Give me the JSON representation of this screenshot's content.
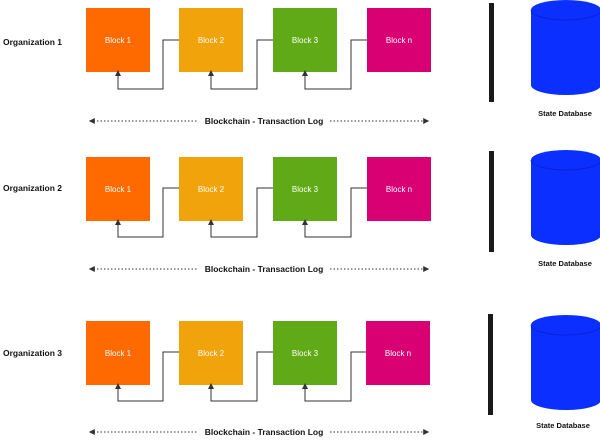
{
  "colors": {
    "block1": "#ff6a00",
    "block2": "#f0a30a",
    "block3": "#60a917",
    "blockn": "#d80073",
    "database": "#0a2fff",
    "separator": "#1a1a1a",
    "text": "#111111"
  },
  "organizations": [
    {
      "name": "Organization 1",
      "blocks": [
        {
          "label": "Block 1",
          "color_key": "block1"
        },
        {
          "label": "Block 2",
          "color_key": "block2"
        },
        {
          "label": "Block 3",
          "color_key": "block3"
        },
        {
          "label": "Block n",
          "color_key": "blockn"
        }
      ],
      "log_label": "Blockchain - Transaction Log",
      "database_label": "State Database"
    },
    {
      "name": "Organization 2",
      "blocks": [
        {
          "label": "Block 1",
          "color_key": "block1"
        },
        {
          "label": "Block 2",
          "color_key": "block2"
        },
        {
          "label": "Block 3",
          "color_key": "block3"
        },
        {
          "label": "Block n",
          "color_key": "blockn"
        }
      ],
      "log_label": "Blockchain - Transaction Log",
      "database_label": "State Database"
    },
    {
      "name": "Organization 3",
      "blocks": [
        {
          "label": "Block 1",
          "color_key": "block1"
        },
        {
          "label": "Block 2",
          "color_key": "block2"
        },
        {
          "label": "Block 3",
          "color_key": "block3"
        },
        {
          "label": "Block n",
          "color_key": "blockn"
        }
      ],
      "log_label": "Blockchain - Transaction Log",
      "database_label": "State Database"
    }
  ]
}
